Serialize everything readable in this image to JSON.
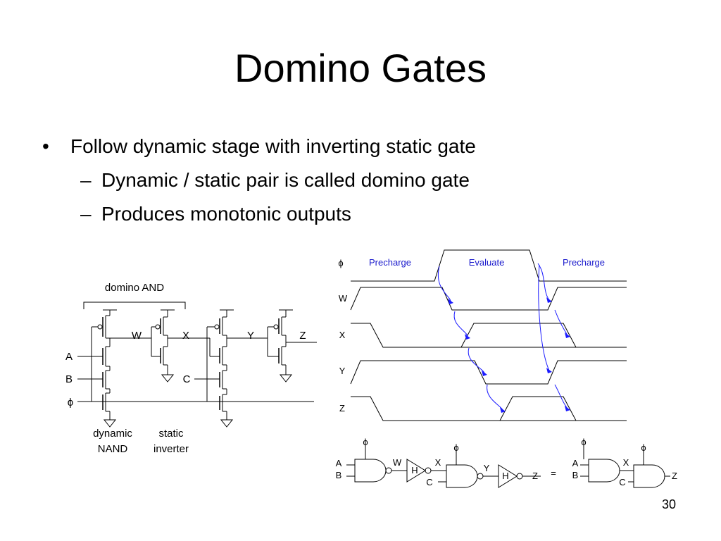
{
  "slide": {
    "title": "Domino Gates",
    "bullet": "Follow dynamic stage with inverting static gate",
    "bullet_mark": "•",
    "sub_mark": "–",
    "sub_bullets": [
      "Dynamic / static pair is called domino gate",
      "Produces monotonic outputs"
    ],
    "page_number": "30"
  },
  "circuit": {
    "group_label": "domino AND",
    "nodes": {
      "w": "W",
      "x": "X",
      "y": "Y",
      "z": "Z"
    },
    "inputs": {
      "a": "A",
      "b": "B",
      "c": "C",
      "phi": "ϕ"
    },
    "stage_labels": [
      "dynamic",
      "NAND",
      "static",
      "inverter"
    ]
  },
  "timing": {
    "phase_labels": [
      "Precharge",
      "Evaluate",
      "Precharge"
    ],
    "signals": [
      "ϕ",
      "W",
      "X",
      "Y",
      "Z"
    ],
    "phase_color": "#1a1acc"
  },
  "gate_diagram": {
    "phi": "ϕ",
    "a": "A",
    "b": "B",
    "c": "C",
    "w": "W",
    "x": "X",
    "y": "Y",
    "z": "Z",
    "h": "H",
    "equals": "="
  }
}
